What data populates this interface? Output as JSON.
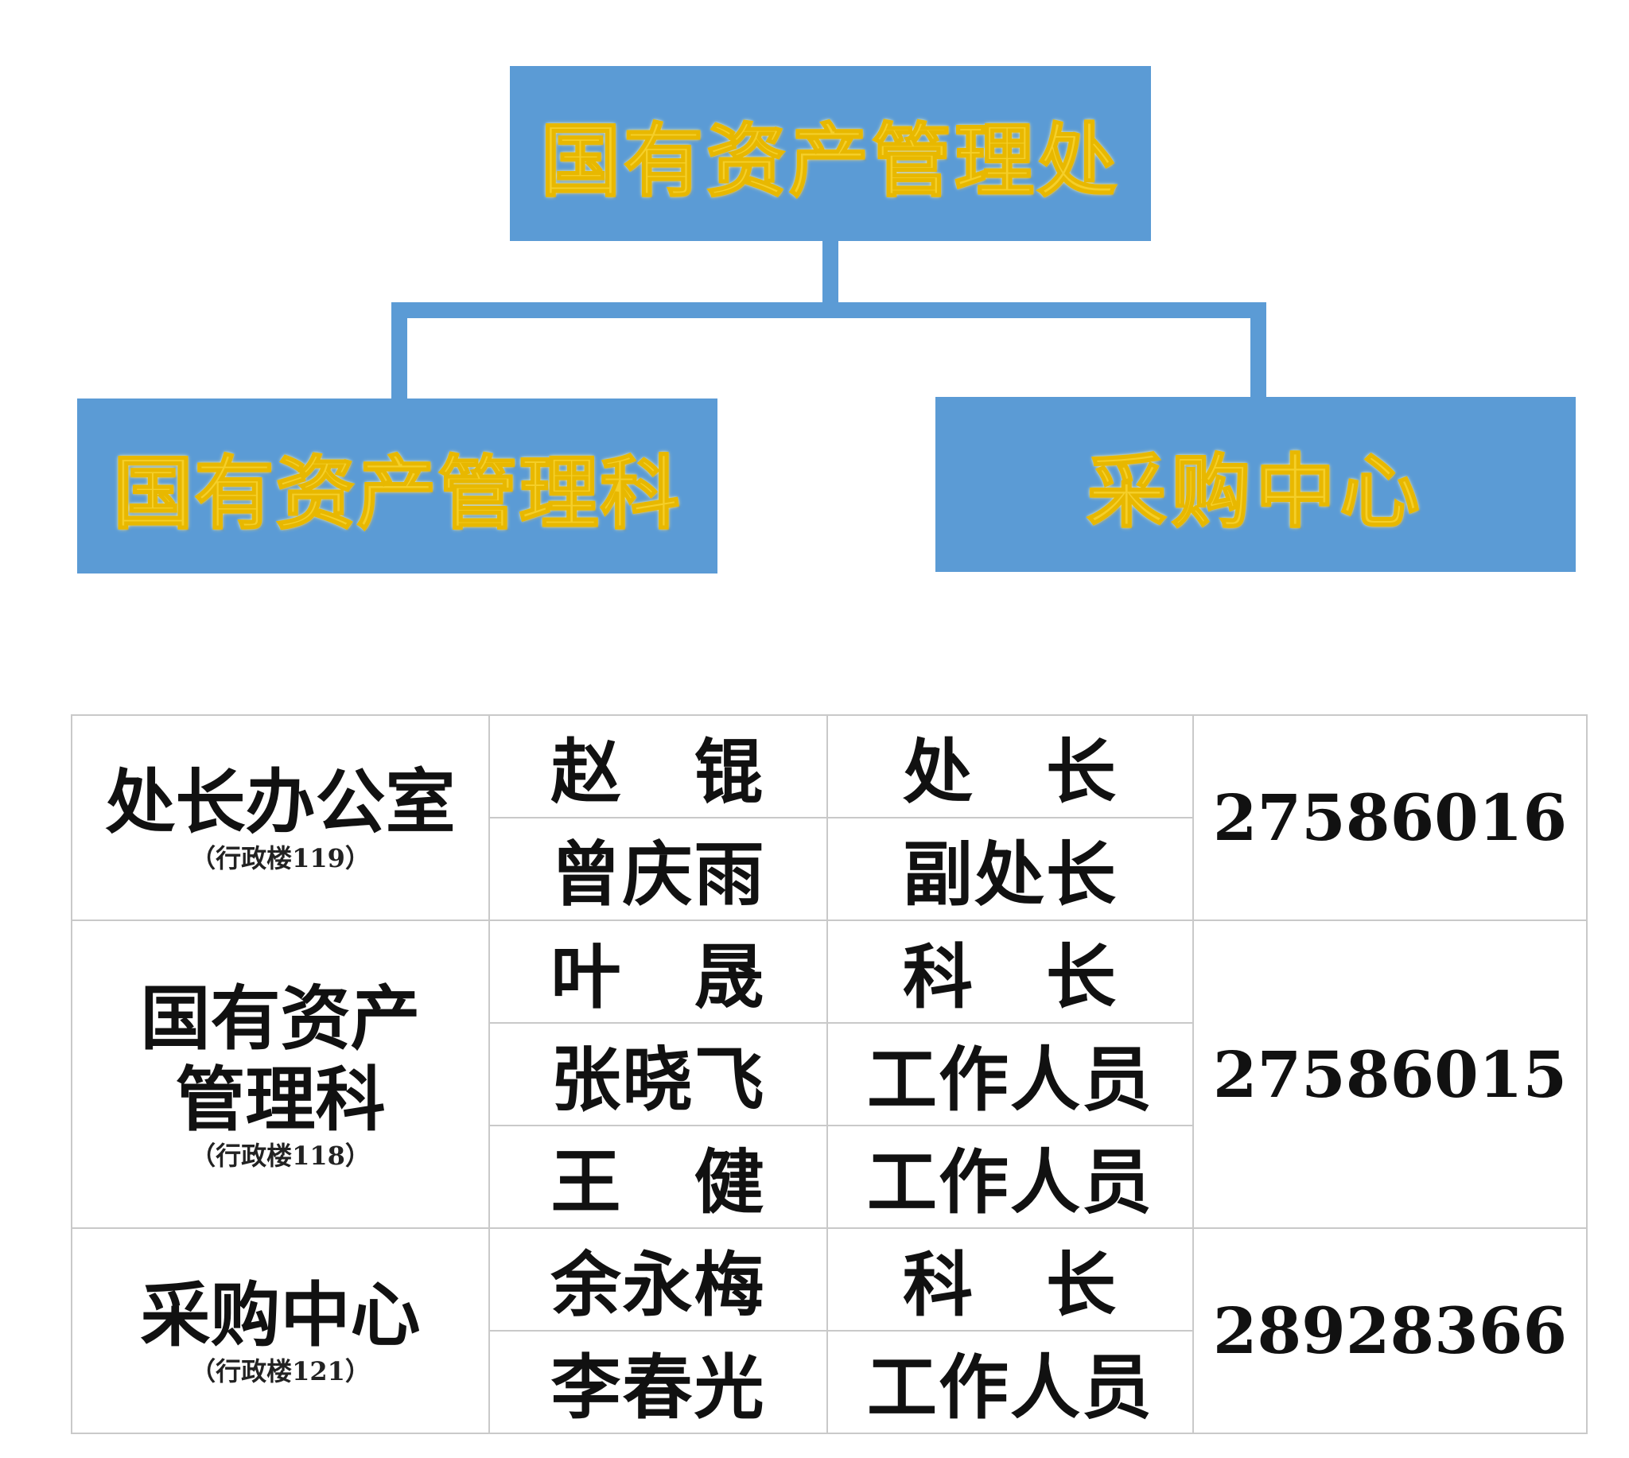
{
  "org_chart": {
    "top": "国有资产管理处",
    "left": "国有资产管理科",
    "right": "采购中心"
  },
  "contacts": {
    "groups": [
      {
        "dept": "处长办公室",
        "room": "（行政楼119）",
        "phone": "27586016",
        "members": [
          {
            "name": "赵　锟",
            "title": "处　长"
          },
          {
            "name": "曾庆雨",
            "title": "副处长"
          }
        ]
      },
      {
        "dept": "国有资产管理科",
        "room": "（行政楼118）",
        "phone": "27586015",
        "members": [
          {
            "name": "叶　晟",
            "title": "科　长"
          },
          {
            "name": "张晓飞",
            "title": "工作人员"
          },
          {
            "name": "王　健",
            "title": "工作人员"
          }
        ]
      },
      {
        "dept": "采购中心",
        "room": "（行政楼121）",
        "phone": "28928366",
        "members": [
          {
            "name": "余永梅",
            "title": "科　长"
          },
          {
            "name": "李春光",
            "title": "工作人员"
          }
        ]
      }
    ]
  },
  "colors": {
    "box_fill": "#5b9bd5",
    "box_text": "#f5cf2a",
    "connector": "#5b9bd5",
    "table_border": "#c9c9c9"
  }
}
